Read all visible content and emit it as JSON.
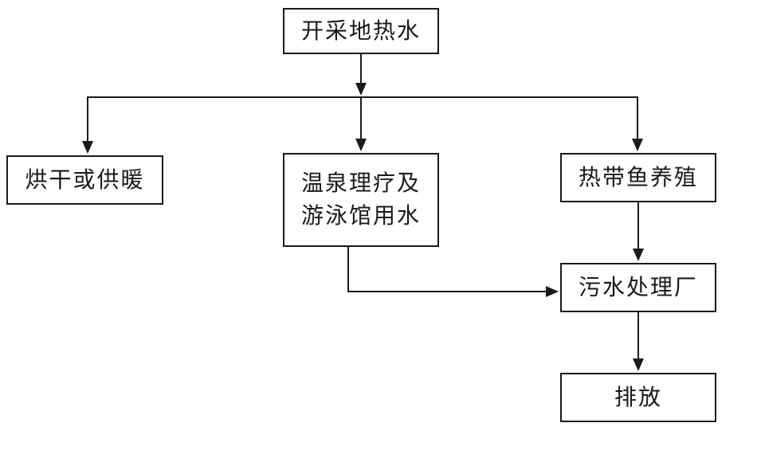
{
  "diagram": {
    "title": "geothermal-water-utilization-flowchart",
    "nodes": {
      "source": {
        "label": "开采地热水"
      },
      "drying": {
        "label": "烘干或供暖"
      },
      "spa": {
        "label_line1": "温泉理疗及",
        "label_line2": "游泳馆用水"
      },
      "fish": {
        "label": "热带鱼养殖"
      },
      "sewage": {
        "label": "污水处理厂"
      },
      "discharge": {
        "label": "排放"
      }
    },
    "edges": [
      {
        "from": "source",
        "to": "drying"
      },
      {
        "from": "source",
        "to": "spa"
      },
      {
        "from": "source",
        "to": "fish"
      },
      {
        "from": "fish",
        "to": "sewage"
      },
      {
        "from": "spa",
        "to": "sewage"
      },
      {
        "from": "sewage",
        "to": "discharge"
      }
    ],
    "colors": {
      "line": "#1a1a1a",
      "box_border": "#1a1a1a",
      "background": "#ffffff",
      "text": "#1a1a1a"
    }
  }
}
